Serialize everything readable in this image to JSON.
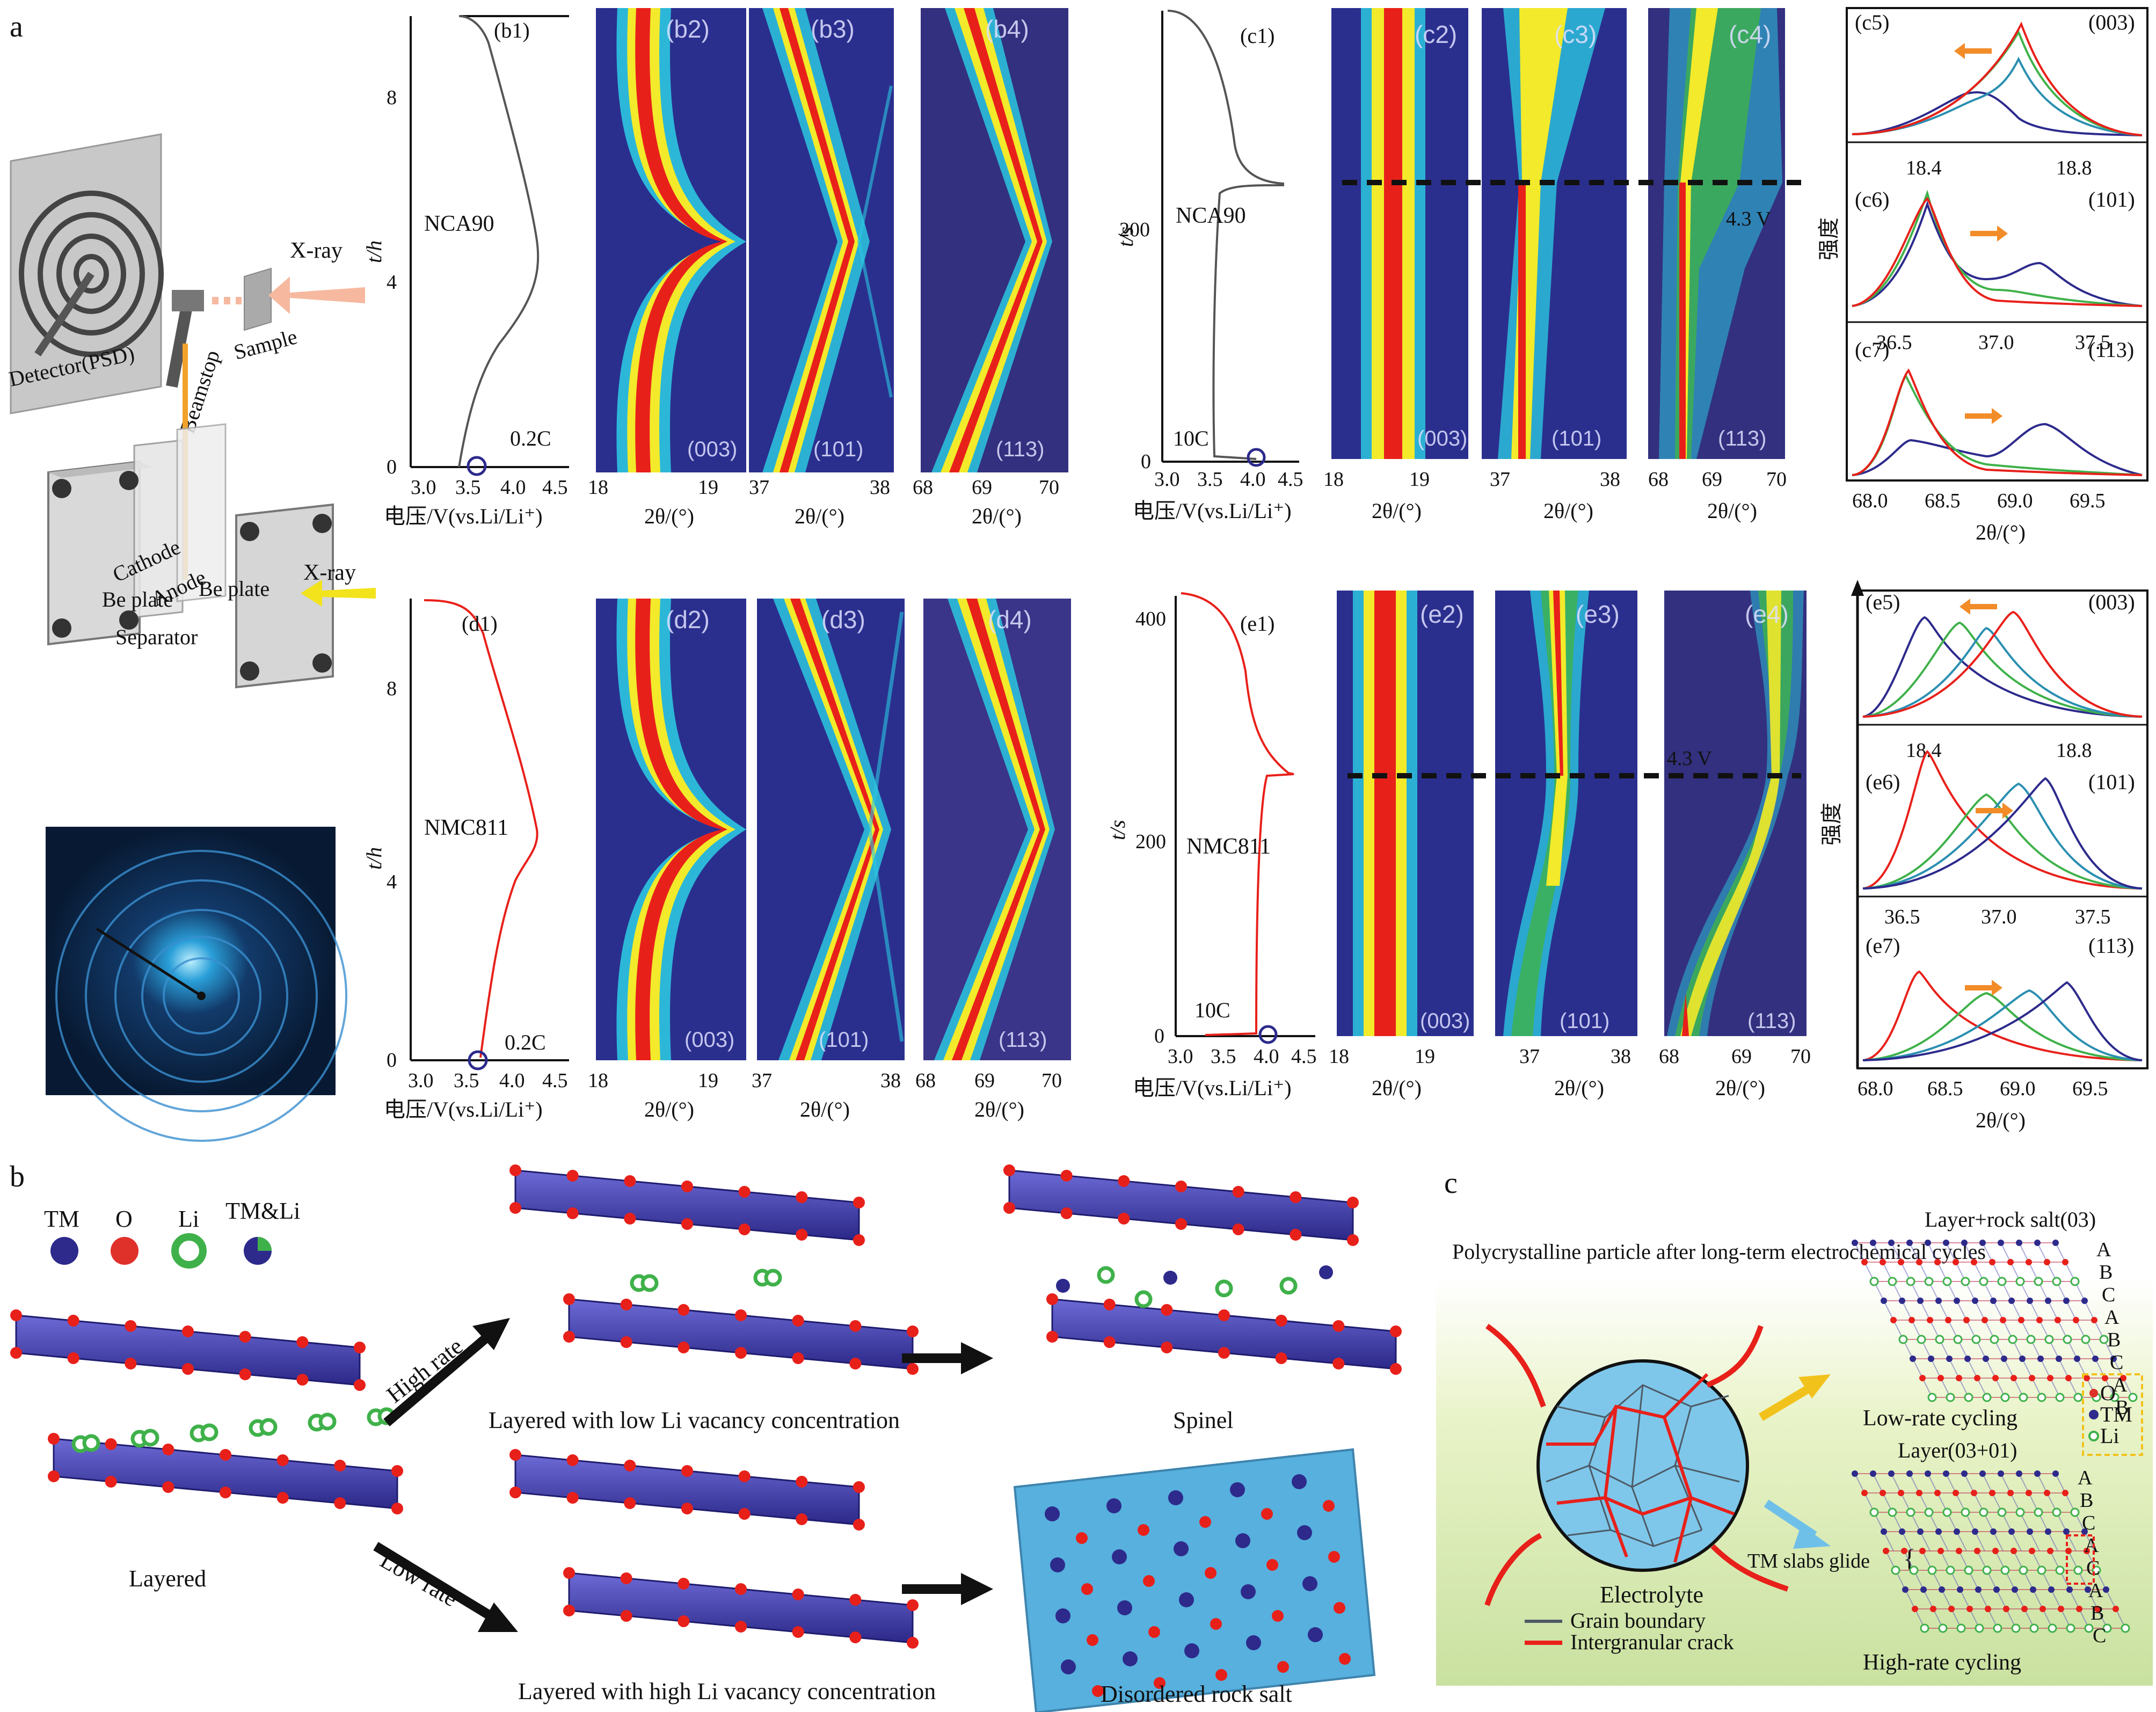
{
  "panel_letters": {
    "a": "a",
    "b": "b",
    "c": "c"
  },
  "setup": {
    "detector": "Detector(PSD)",
    "beamstop": "Beamstop",
    "sample": "Sample",
    "xray": "X-ray",
    "cell": {
      "be_plate": "Be plate",
      "cathode": "Cathode",
      "anode": "Anode",
      "separator": "Separator",
      "xray": "X-ray"
    }
  },
  "voltage_xlabel": "电压/V(vs.Li/Li⁺)",
  "theta_xlabel": "2θ/(°)",
  "intensity_label": "强度",
  "row1": {
    "profile": {
      "tag": "(b1)",
      "material": "NCA90",
      "rate": "0.2C",
      "ylabel": "t/h",
      "yticks": [
        "0",
        "4",
        "8"
      ],
      "xticks": [
        "3.0",
        "3.5",
        "4.0",
        "4.5"
      ]
    },
    "maps": [
      {
        "tag": "(b2)",
        "hkl": "(003)",
        "xticks": [
          "18",
          "19"
        ]
      },
      {
        "tag": "(b3)",
        "hkl": "(101)",
        "xticks": [
          "37",
          "38"
        ]
      },
      {
        "tag": "(b4)",
        "hkl": "(113)",
        "xticks": [
          "68",
          "69",
          "70"
        ]
      }
    ]
  },
  "row1c": {
    "profile": {
      "tag": "(c1)",
      "material": "NCA90",
      "rate": "10C",
      "ylabel": "t/s",
      "yticks": [
        "0",
        "200"
      ],
      "xticks": [
        "3.0",
        "3.5",
        "4.0",
        "4.5"
      ]
    },
    "maps": [
      {
        "tag": "(c2)",
        "hkl": "(003)",
        "xticks": [
          "18",
          "19"
        ]
      },
      {
        "tag": "(c3)",
        "hkl": "(101)",
        "xticks": [
          "37",
          "38"
        ]
      },
      {
        "tag": "(c4)",
        "hkl": "(113)",
        "xticks": [
          "68",
          "69",
          "70"
        ],
        "note": "4.3 V"
      }
    ],
    "patterns": [
      {
        "tag": "(c5)",
        "hkl": "(003)",
        "xticks": [
          "18.4",
          "18.8"
        ]
      },
      {
        "tag": "(c6)",
        "hkl": "(101)",
        "xticks": [
          "36.5",
          "37.0",
          "37.5"
        ]
      },
      {
        "tag": "(c7)",
        "hkl": "(113)",
        "xticks": [
          "68.0",
          "68.5",
          "69.0",
          "69.5"
        ]
      }
    ]
  },
  "row2": {
    "profile": {
      "tag": "(d1)",
      "material": "NMC811",
      "rate": "0.2C",
      "ylabel": "t/h",
      "yticks": [
        "0",
        "4",
        "8"
      ],
      "xticks": [
        "3.0",
        "3.5",
        "4.0",
        "4.5"
      ]
    },
    "maps": [
      {
        "tag": "(d2)",
        "hkl": "(003)",
        "xticks": [
          "18",
          "19"
        ]
      },
      {
        "tag": "(d3)",
        "hkl": "(101)",
        "xticks": [
          "37",
          "38"
        ]
      },
      {
        "tag": "(d4)",
        "hkl": "(113)",
        "xticks": [
          "68",
          "69",
          "70"
        ]
      }
    ]
  },
  "row2e": {
    "profile": {
      "tag": "(e1)",
      "material": "NMC811",
      "rate": "10C",
      "ylabel": "t/s",
      "yticks": [
        "0",
        "200",
        "400"
      ],
      "xticks": [
        "3.0",
        "3.5",
        "4.0",
        "4.5"
      ]
    },
    "maps": [
      {
        "tag": "(e2)",
        "hkl": "(003)",
        "xticks": [
          "18",
          "19"
        ]
      },
      {
        "tag": "(e3)",
        "hkl": "(101)",
        "xticks": [
          "37",
          "38"
        ]
      },
      {
        "tag": "(e4)",
        "hkl": "(113)",
        "xticks": [
          "68",
          "69",
          "70"
        ],
        "note": "4.3 V"
      }
    ],
    "patterns": [
      {
        "tag": "(e5)",
        "hkl": "(003)",
        "xticks": [
          "18.4",
          "18.8"
        ]
      },
      {
        "tag": "(e6)",
        "hkl": "(101)",
        "xticks": [
          "36.5",
          "37.0",
          "37.5"
        ]
      },
      {
        "tag": "(e7)",
        "hkl": "(113)",
        "xticks": [
          "68.0",
          "68.5",
          "69.0",
          "69.5"
        ]
      }
    ]
  },
  "panel_b": {
    "legend": [
      {
        "label": "TM",
        "color": "#2d2a8c"
      },
      {
        "label": "O",
        "color": "#e0302a"
      },
      {
        "label": "Li",
        "color": "#3fb14a"
      },
      {
        "label": "TM&Li",
        "color": "#2d2a8c"
      }
    ],
    "layered": "Layered",
    "high_rate": "High rate",
    "low_rate": "Low rate",
    "low_vac": "Layered with low Li vacancy concentration",
    "spinel": "Spinel",
    "high_vac": "Layered with high Li vacancy concentration",
    "rocksalt": "Disordered rock salt"
  },
  "panel_c": {
    "particle_title": "Polycrystalline particle after long-term electrochemical cycles",
    "electrolyte": "Electrolyte",
    "grain_boundary": "Grain boundary",
    "crack": "Intergranular crack",
    "tm_slabs": "TM slabs glide",
    "top_title": "Layer+rock salt(03)",
    "low_rate": "Low-rate cycling",
    "bottom_title": "Layer(03+01)",
    "high_rate": "High-rate cycling",
    "stack_top": [
      "A",
      "B",
      "C",
      "A",
      "B",
      "C",
      "A",
      "B"
    ],
    "stack_bottom": [
      "A",
      "B",
      "C",
      "A",
      "C",
      "A",
      "B",
      "C"
    ],
    "atoms": [
      "O",
      "TM",
      "Li"
    ]
  },
  "colors": {
    "red": "#e8201a",
    "blue": "#2d2a8c",
    "green": "#3fb14a",
    "map_bg": "#2a2f8e",
    "crack": "#e8201a"
  }
}
